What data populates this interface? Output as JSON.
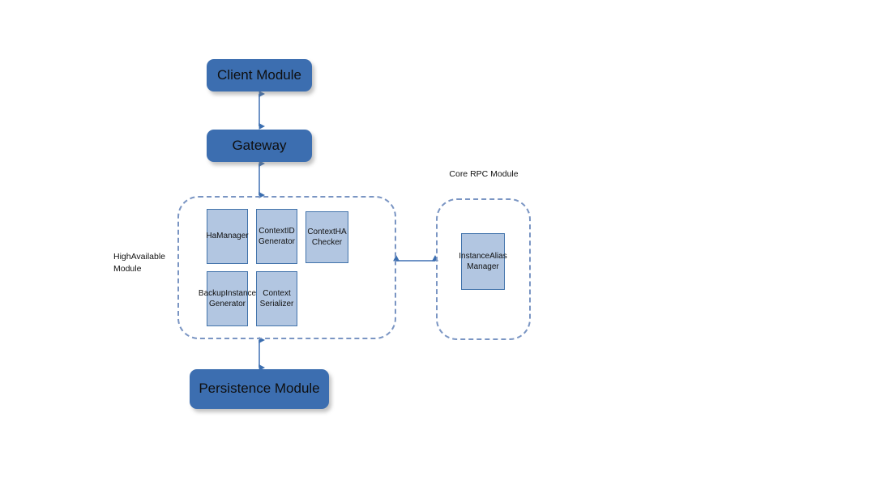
{
  "diagram": {
    "title_nodes": {
      "client_module": "Client Module",
      "gateway": "Gateway",
      "persistence_module": "Persistence Module"
    },
    "groups": [
      {
        "id": "high-available-module",
        "label": "HighAvailable\nModule",
        "label_position": "left",
        "components": [
          {
            "id": "ha-manager",
            "label": "HaManager"
          },
          {
            "id": "context-id-generator",
            "label": "ContextID\nGenerator"
          },
          {
            "id": "context-ha-checker",
            "label": "ContextHA\nChecker"
          },
          {
            "id": "backup-instance-generator",
            "label": "BackupInstance\nGenerator"
          },
          {
            "id": "context-serializer",
            "label": "Context\nSerializer"
          }
        ]
      },
      {
        "id": "core-rpc-module",
        "label": "Core RPC Module",
        "label_position": "top",
        "components": [
          {
            "id": "instance-alias-manager",
            "label": "InstanceAlias\nManager"
          }
        ]
      }
    ],
    "connectors": [
      {
        "id": "client-to-gateway",
        "from": "client_module",
        "to": "gateway",
        "arrows": "both",
        "orientation": "vertical"
      },
      {
        "id": "gateway-to-high-available-module",
        "from": "gateway",
        "to": "high-available-module",
        "arrows": "both",
        "orientation": "vertical"
      },
      {
        "id": "high-available-to-persistence",
        "from": "high-available-module",
        "to": "persistence_module",
        "arrows": "both",
        "orientation": "vertical"
      },
      {
        "id": "high-available-to-core-rpc",
        "from": "high-available-module",
        "to": "core-rpc-module",
        "arrows": "both",
        "orientation": "horizontal"
      }
    ],
    "colors": {
      "module_fill": "#3c6eb0",
      "component_fill": "#b2c6e1",
      "component_stroke": "#4273ab",
      "group_stroke": "#7a95c3",
      "connector": "#3b6eb0",
      "background": "#ffffff"
    }
  }
}
